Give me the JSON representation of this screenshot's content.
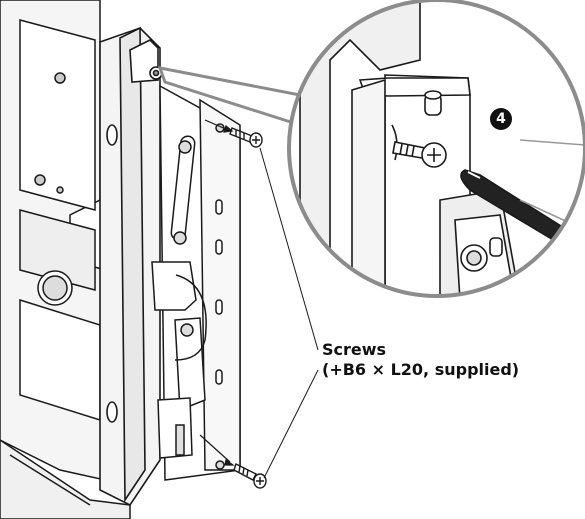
{
  "annotation": {
    "line1": "Screws",
    "line2": "(+B6 × L20, supplied)"
  },
  "step_badge": "4",
  "colors": {
    "line": "#1a1a1a",
    "fill": "#ffffff",
    "shade": "#e6e6e6",
    "callout": "#8c8c8c"
  }
}
